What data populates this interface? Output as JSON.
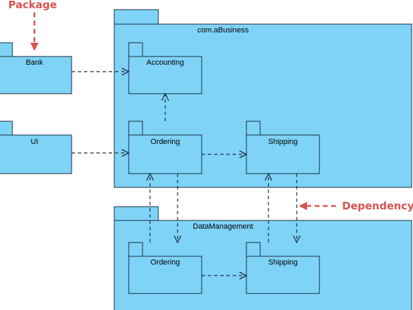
{
  "colors": {
    "package_fill": "#7fd3f7",
    "package_stroke": "#1a2b3c",
    "annotation": "#d9534f"
  },
  "annotations": {
    "package": "Package",
    "dependency": "Dependency"
  },
  "packages": {
    "bank": "Bank",
    "ui": "UI",
    "com_abusiness": "com.aBusiness",
    "accounting": "Accounting",
    "ordering_business": "Ordering",
    "shipping_business": "Shipping",
    "data_management": "DataManagement",
    "ordering_data": "Ordering",
    "shipping_data": "Shipping"
  }
}
